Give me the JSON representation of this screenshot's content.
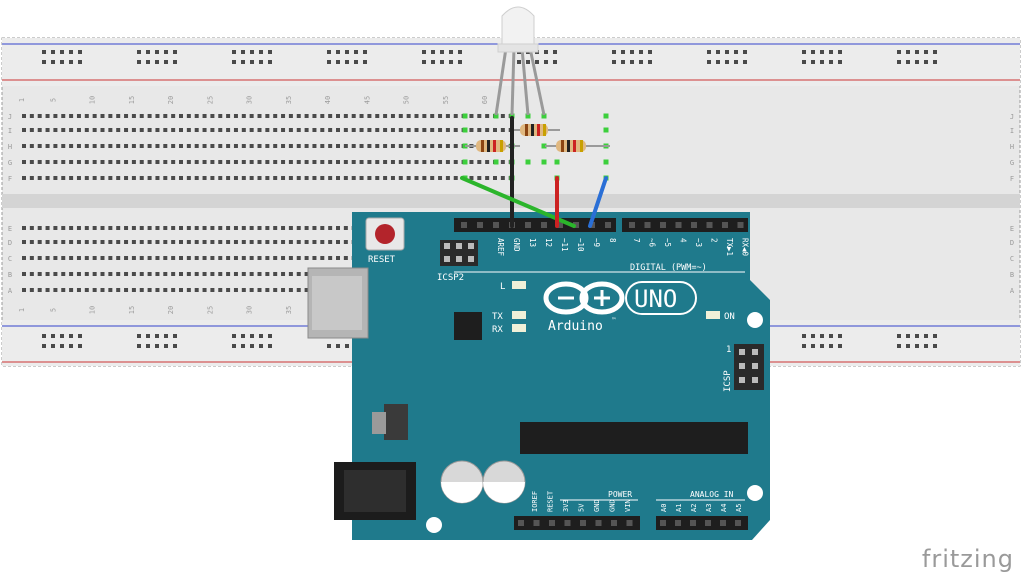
{
  "breadboard": {
    "column_numbers": [
      "1",
      "5",
      "10",
      "15",
      "20",
      "25",
      "30",
      "35",
      "40",
      "45",
      "50",
      "55",
      "60"
    ],
    "row_letters_top": [
      "J",
      "I",
      "H",
      "G",
      "F"
    ],
    "row_letters_bottom": [
      "E",
      "D",
      "C",
      "B",
      "A"
    ],
    "rail_colors": {
      "blue": "#3344cc",
      "red": "#cc3333"
    }
  },
  "arduino": {
    "board_name": "UNO",
    "brand": "Arduino",
    "trademark": "™",
    "reset_label": "RESET",
    "icsp2_label": "ICSP2",
    "icsp_label": "ICSP",
    "icsp_pin1": "1",
    "digital_label": "DIGITAL (PWM=~)",
    "power_label": "POWER",
    "analog_label": "ANALOG IN",
    "led_labels": {
      "l": "L",
      "tx": "TX",
      "rx": "RX",
      "on": "ON"
    },
    "digital_pins": [
      "AREF",
      "GND",
      "13",
      "12",
      "~11",
      "~10",
      "~9",
      "8",
      "7",
      "~6",
      "~5",
      "4",
      "~3",
      "2",
      "TX▶1",
      "RX◀0"
    ],
    "power_pins": [
      "IOREF",
      "RESET",
      "3V3",
      "5V",
      "GND",
      "GND",
      "VIN"
    ],
    "analog_pins": [
      "A0",
      "A1",
      "A2",
      "A3",
      "A4",
      "A5"
    ],
    "board_color": "#1f7a8c"
  },
  "wires": [
    {
      "name": "black-wire",
      "color": "#222222"
    },
    {
      "name": "green-wire",
      "color": "#2bb52b"
    },
    {
      "name": "red-wire",
      "color": "#cc2222"
    },
    {
      "name": "blue-wire",
      "color": "#2a6fd6"
    }
  ],
  "watermark": "fritzing"
}
